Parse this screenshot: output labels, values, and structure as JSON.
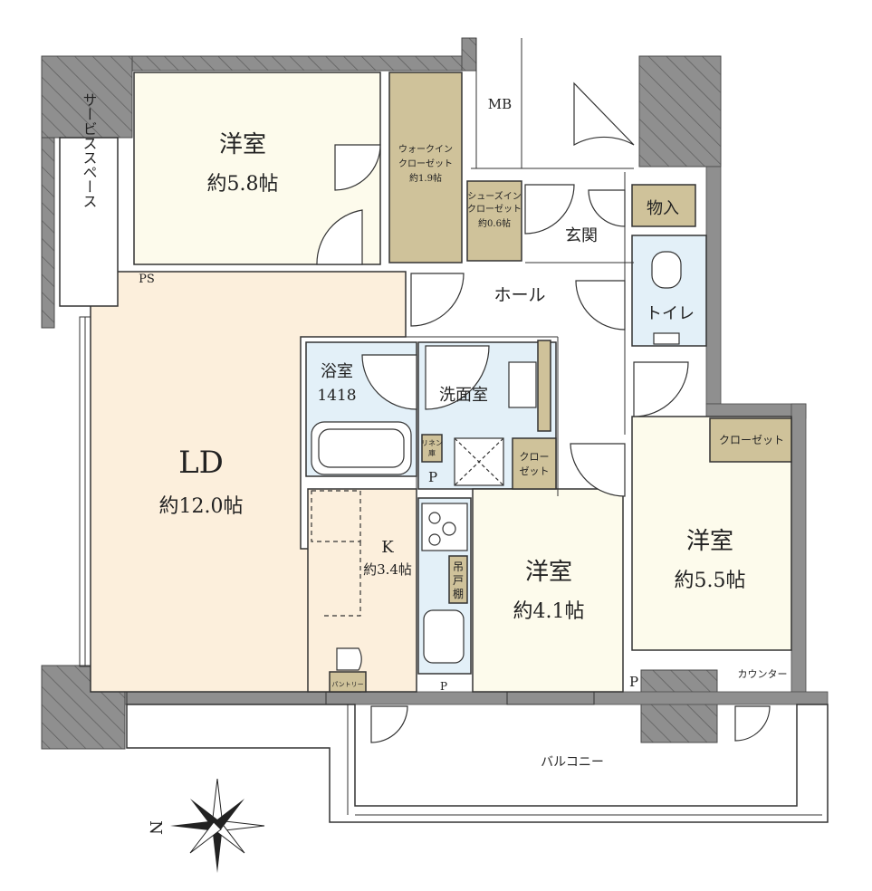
{
  "colors": {
    "wall": "#8f8f8f",
    "wall_edge": "#4a4a4a",
    "ld_floor": "#fcefdc",
    "room_floor": "#fdfbec",
    "wet_floor": "#e3f0f8",
    "hall_floor": "#ffffff",
    "storage": "#cfc29a",
    "balcony": "#ffffff",
    "line": "#333333"
  },
  "rooms": {
    "western_a": {
      "name": "洋室",
      "size": "約5.8帖"
    },
    "walk_in": {
      "line1": "ウォークイン",
      "line2": "クローゼット",
      "size": "約1.9帖"
    },
    "mb": "MB",
    "shoes": {
      "line1": "シューズイン",
      "line2": "クローゼット",
      "size": "約0.6帖"
    },
    "genkan": "玄関",
    "storage": "物入",
    "toilet": "トイレ",
    "hall": "ホール",
    "service_space": "サービススペース",
    "ps": "PS",
    "ld": {
      "name": "LD",
      "size": "約12.0帖"
    },
    "bath": {
      "name": "浴室",
      "size": "1418"
    },
    "washroom": "洗面室",
    "linen": {
      "line1": "リネン",
      "line2": "庫"
    },
    "closet_small": {
      "line1": "クロー",
      "line2": "ゼット"
    },
    "p1": "P",
    "kitchen": {
      "name": "K",
      "size": "約3.4帖"
    },
    "cabinet": {
      "line1": "吊",
      "line2": "戸",
      "line3": "棚"
    },
    "western_b": {
      "name": "洋室",
      "size": "約4.1帖"
    },
    "western_c": {
      "name": "洋室",
      "size": "約5.5帖"
    },
    "closet_c": "クローゼット",
    "counter": "カウンター",
    "p2": "P",
    "p3": "P",
    "pantry": "パントリー",
    "balcony": "バルコニー",
    "compass": "N"
  }
}
